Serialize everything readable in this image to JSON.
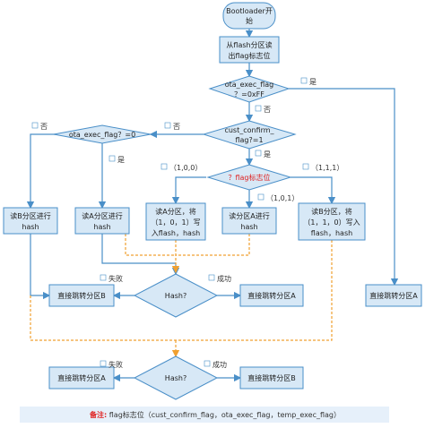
{
  "nodes": {
    "start": [
      "Bootloader开",
      "始"
    ],
    "read_flag": [
      "从flash分区读",
      "出flag标志位"
    ],
    "ota_exec_ff": [
      "ota_exec_flag",
      "？=0xFF"
    ],
    "cust_confirm": [
      "cust_confirm_",
      "flag?=1"
    ],
    "ota_exec_0": "ota_exec_flag？=0",
    "flag_bits": {
      "prefix": "？",
      "text": "flag标志位"
    },
    "read_b_left": [
      "读B分区进行",
      "hash"
    ],
    "read_a_left": [
      "读A分区进行",
      "hash"
    ],
    "read_a_write": [
      "读A分区，将",
      "（1，0，1）写",
      "入flash，hash"
    ],
    "read_a_mid": [
      "读分区A进行",
      "hash"
    ],
    "read_b_write": [
      "读B分区，将",
      "（1，1，0）写入",
      "flash，hash"
    ],
    "jump_a_right": "直接跳转分区A",
    "hash1": "Hash?",
    "jump_b_1": "直接跳转分区B",
    "jump_a_1": "直接跳转分区A",
    "hash2": "Hash?",
    "jump_a_2": "直接跳转分区A",
    "jump_b_2": "直接跳转分区B"
  },
  "labels": {
    "yes": "是",
    "no": "否",
    "fail": "失败",
    "success": "成功",
    "t100": "（1,0,0）",
    "t111": "（1,1,1）",
    "t101": "（1,0,1）"
  },
  "note": {
    "key": "备注:",
    "text": " flag标志位（cust_confirm_flag，ota_exec_flag，temp_exec_flag）"
  },
  "colors": {
    "fill": "#d7e8f6",
    "stroke": "#4a8fc8",
    "dashed": "#f0a030",
    "highlight": "#e02020"
  }
}
